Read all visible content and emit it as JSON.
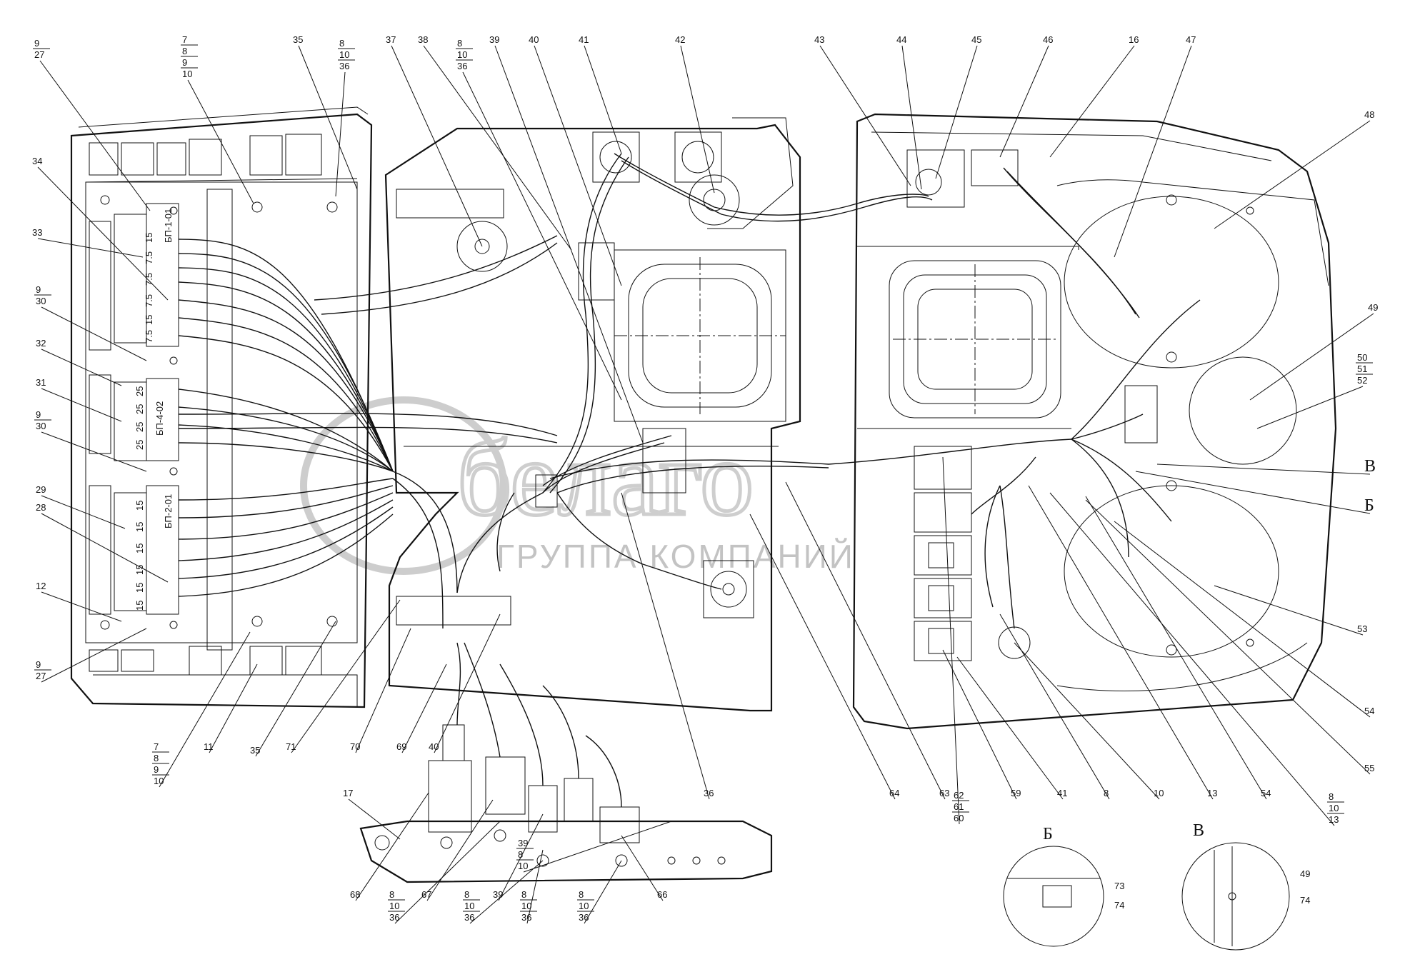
{
  "callouts_top": [
    "9",
    "27",
    "7",
    "8",
    "9",
    "10",
    "35",
    "8",
    "10",
    "36",
    "37",
    "38",
    "8",
    "10",
    "36",
    "39",
    "40",
    "41",
    "42",
    "43",
    "44",
    "45",
    "46",
    "16",
    "47"
  ],
  "callouts_left": [
    "34",
    "33",
    "9",
    "30",
    "32",
    "31",
    "9",
    "30",
    "29",
    "28",
    "12",
    "9",
    "27"
  ],
  "callouts_right": [
    "48",
    "49",
    "50",
    "51",
    "52",
    "В",
    "Б",
    "53",
    "54",
    "55",
    "8",
    "10",
    "13"
  ],
  "callouts_bottom": [
    "7",
    "8",
    "9",
    "10",
    "11",
    "35",
    "71",
    "70",
    "69",
    "40",
    "39",
    "8",
    "10",
    "36",
    "64",
    "63",
    "62",
    "61",
    "60",
    "59",
    "41",
    "8",
    "10",
    "13",
    "54"
  ],
  "callouts_bracket": [
    "17",
    "68",
    "8",
    "10",
    "36",
    "67",
    "8",
    "10",
    "36",
    "39",
    "8",
    "10",
    "36",
    "8",
    "10",
    "36",
    "66"
  ],
  "detail_b": {
    "title": "Б",
    "labels": [
      "73",
      "74"
    ]
  },
  "detail_v": {
    "title": "В",
    "labels": [
      "49",
      "74"
    ]
  },
  "fuse_block_labels": [
    "БП-1-01",
    "БП-4-02",
    "БП-2-01"
  ],
  "fuse_ratings_1": [
    "15",
    "7.5",
    "7.5",
    "7.5",
    "15",
    "7.5"
  ],
  "fuse_ratings_2": [
    "25",
    "25",
    "25",
    "25"
  ],
  "fuse_ratings_3": [
    "15",
    "15",
    "15",
    "15",
    "15",
    "15"
  ],
  "watermark": {
    "logo": "белаго",
    "text": "ГРУППА КОМПАНИЙ"
  }
}
